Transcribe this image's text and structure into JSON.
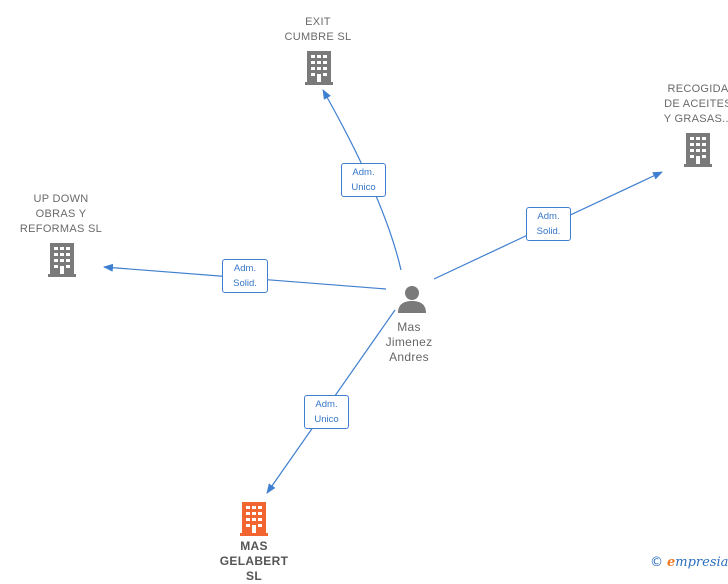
{
  "nodes": {
    "exit": {
      "label": "EXIT\nCUMBRE  SL"
    },
    "recogida": {
      "label": "RECOGIDA\nDE ACEITES\nY GRASAS..."
    },
    "updown": {
      "label": "UP DOWN\nOBRAS Y\nREFORMAS  SL"
    },
    "person": {
      "label": "Mas\nJimenez\nAndres"
    },
    "gelabert": {
      "label": "MAS\nGELABERT\nSL"
    }
  },
  "edges": {
    "to_exit": {
      "badge": "Adm.\nUnico"
    },
    "to_recogida": {
      "badge": "Adm.\nSolid."
    },
    "to_updown": {
      "badge": "Adm.\nSolid."
    },
    "to_gelabert": {
      "badge": "Adm.\nUnico"
    }
  },
  "colors": {
    "edge": "#3f7fcf",
    "building": "#7a7a7a",
    "highlight_building": "#f26430",
    "person": "#7a7a7a"
  },
  "icons": {
    "company": "building-icon",
    "person": "person-icon"
  },
  "watermark": {
    "copyright": "©",
    "brand_first": "e",
    "brand_rest": "mpresia"
  }
}
